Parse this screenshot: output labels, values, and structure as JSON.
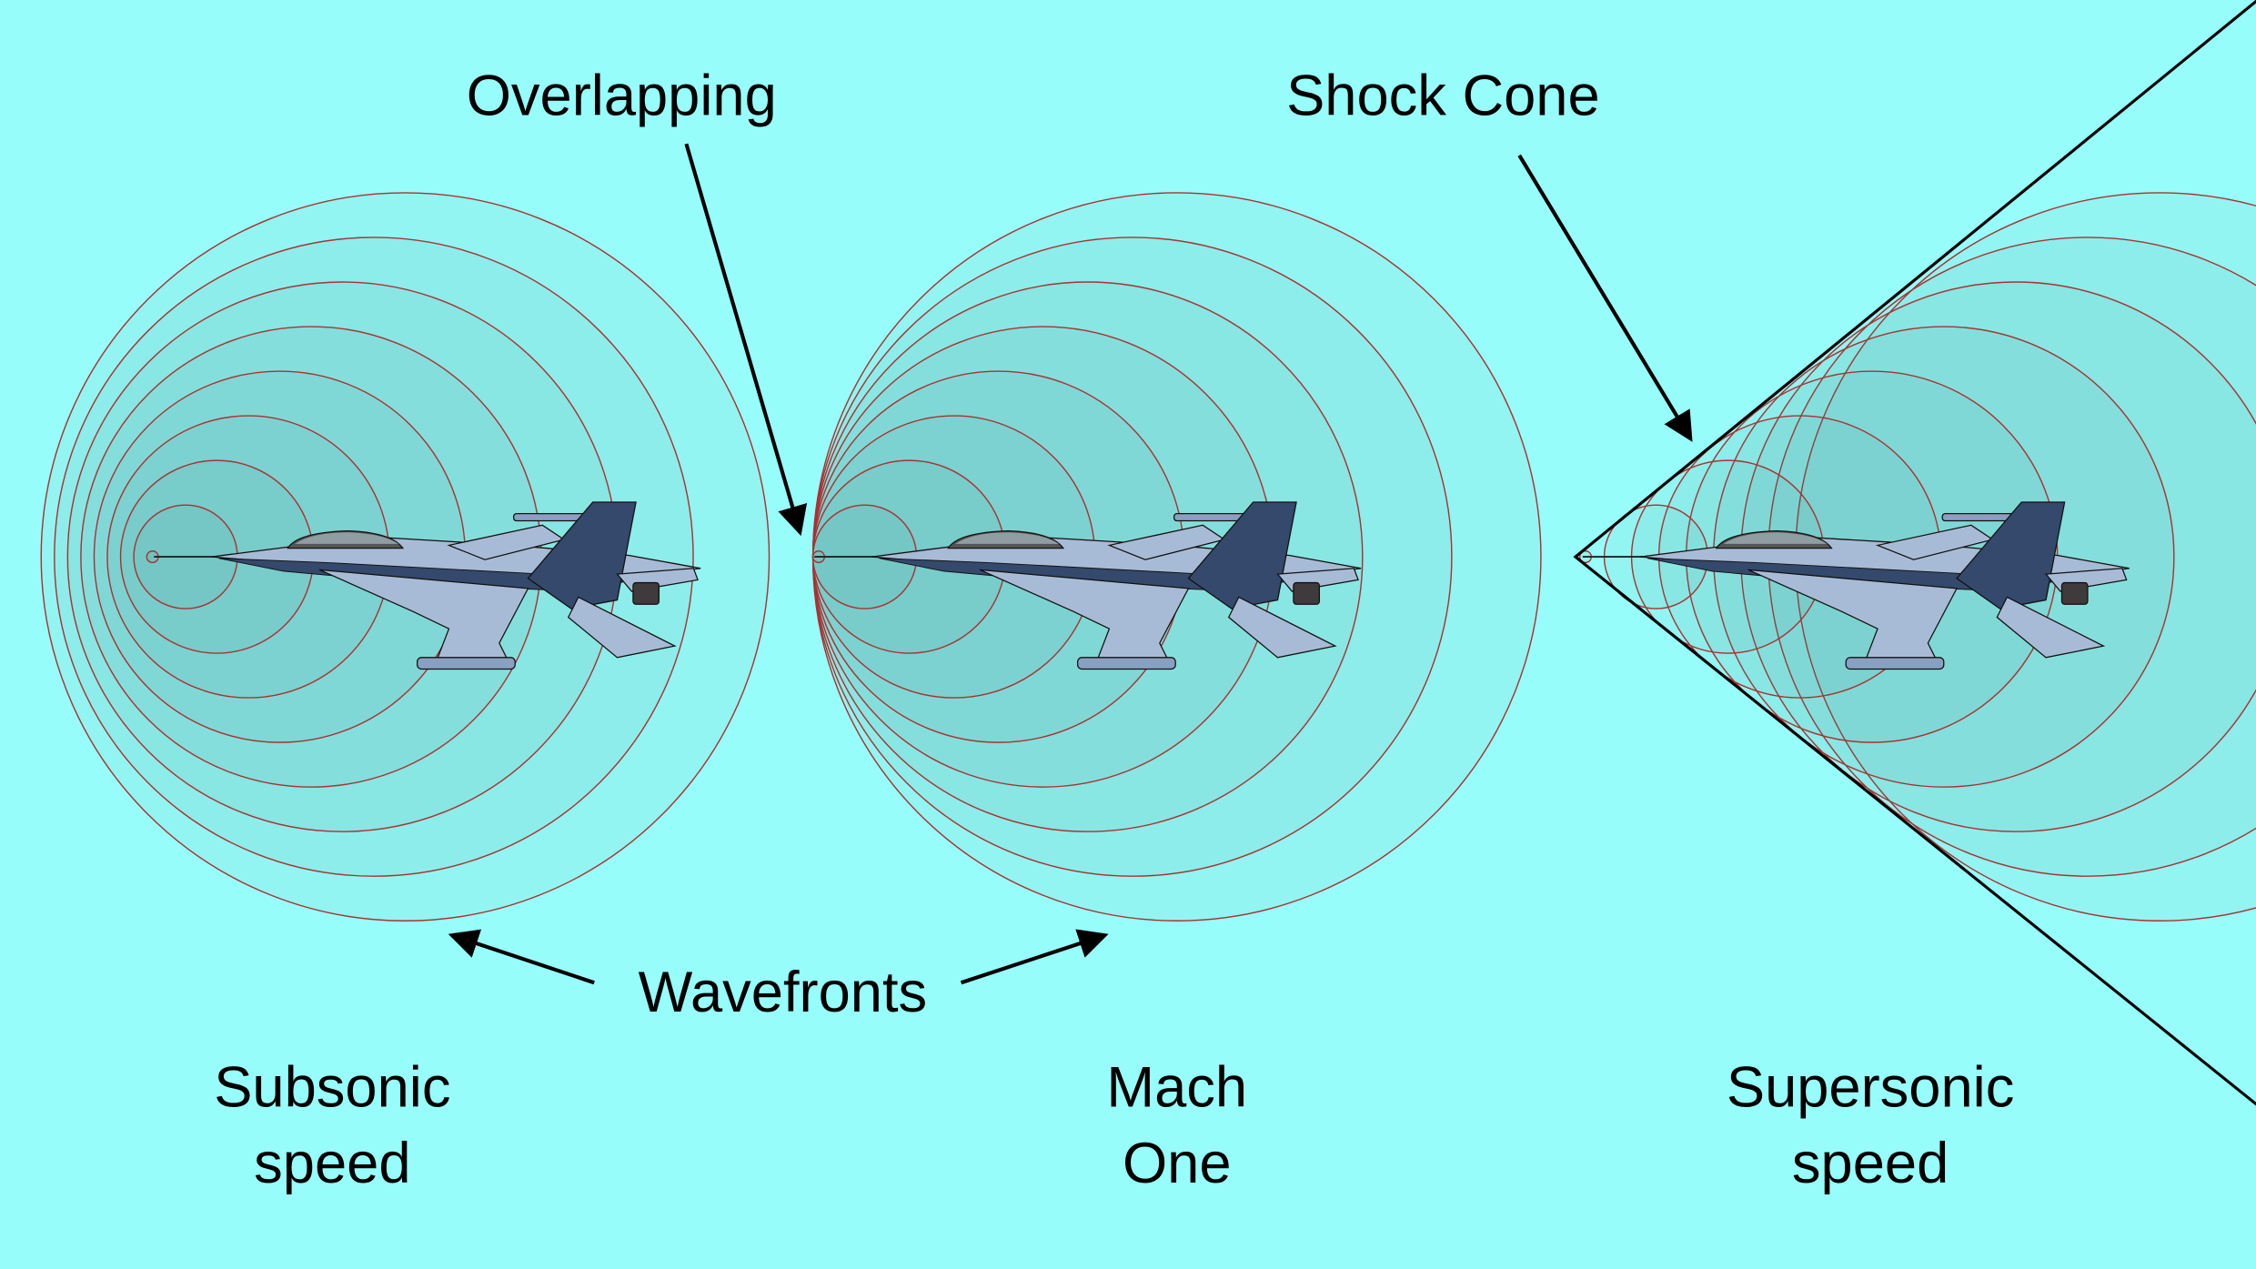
{
  "labels": {
    "overlapping": "Overlapping",
    "shock_cone": "Shock Cone",
    "wavefronts": "Wavefronts",
    "subsonic": [
      "Subsonic",
      "speed"
    ],
    "mach_one": [
      "Mach",
      "One"
    ],
    "supersonic": [
      "Supersonic",
      "speed"
    ]
  },
  "colors": {
    "background": "#97fdfa",
    "wavefront_stroke": "#a83232",
    "wavefront_fill": "#3c7878",
    "jet_light": "#a8bbd6",
    "jet_dark": "#34496b",
    "arrow": "#000000"
  }
}
